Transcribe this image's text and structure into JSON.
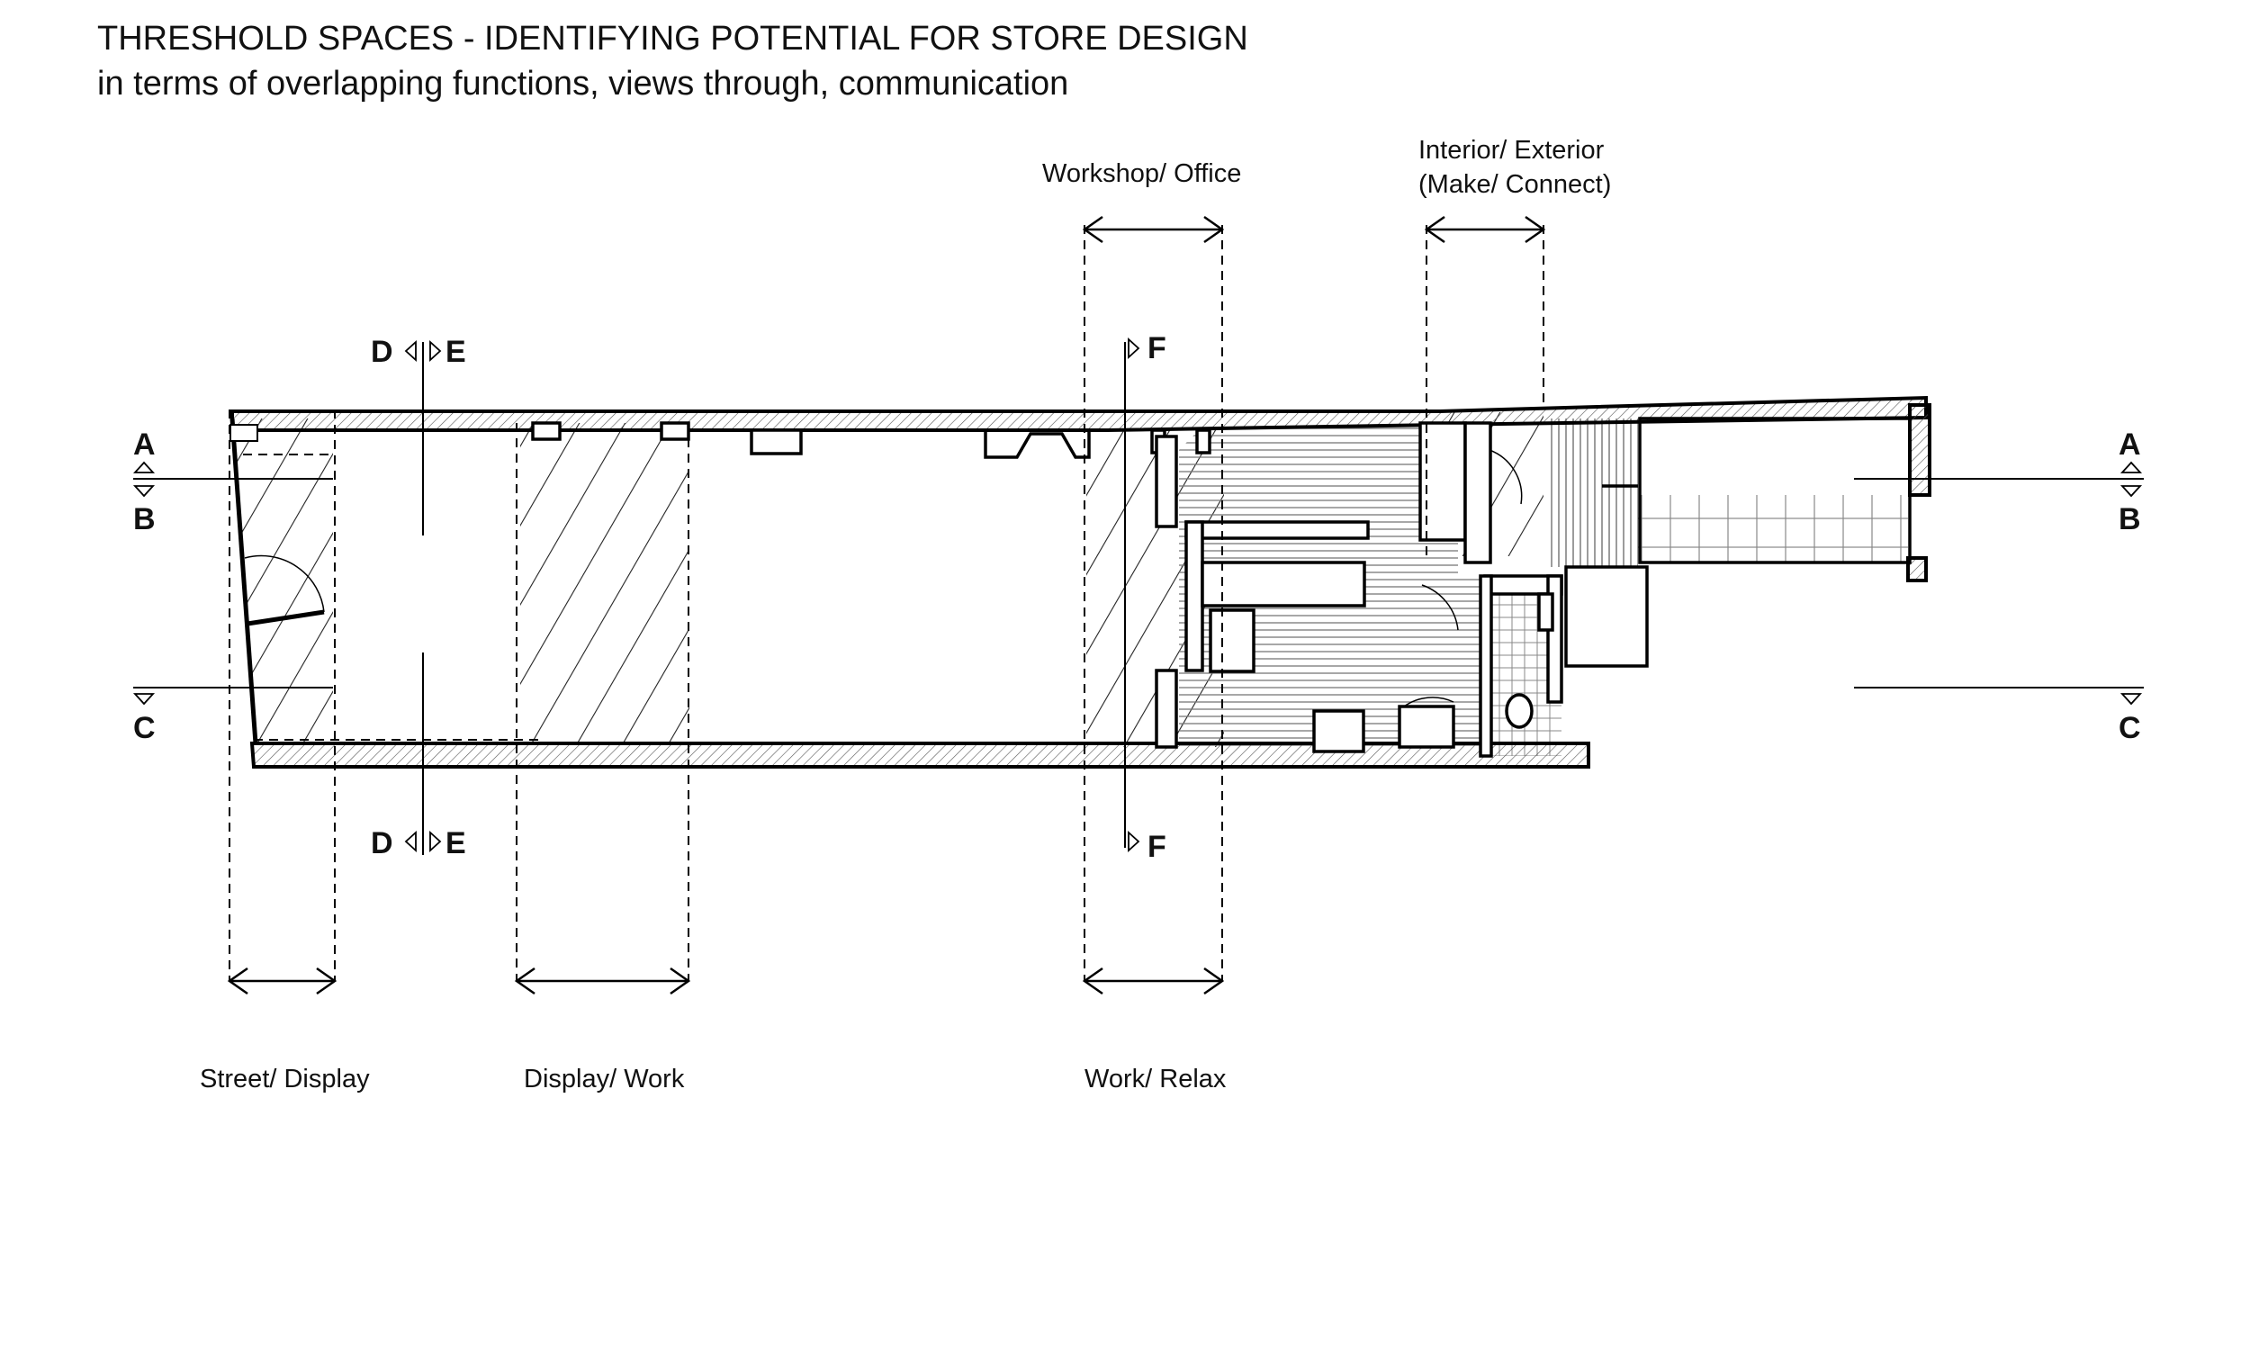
{
  "title": "THRESHOLD SPACES - IDENTIFYING POTENTIAL FOR STORE DESIGN",
  "subtitle": "in terms of overlapping functions, views through, communication",
  "zones": {
    "street_display": "Street/ Display",
    "display_work": "Display/ Work",
    "work_relax": "Work/ Relax",
    "workshop_office": "Workshop/ Office",
    "interior_exterior_line1": "Interior/ Exterior",
    "interior_exterior_line2": "(Make/ Connect)"
  },
  "section_markers": {
    "a": "A",
    "b": "B",
    "c": "C",
    "d": "D",
    "e": "E",
    "f": "F"
  }
}
